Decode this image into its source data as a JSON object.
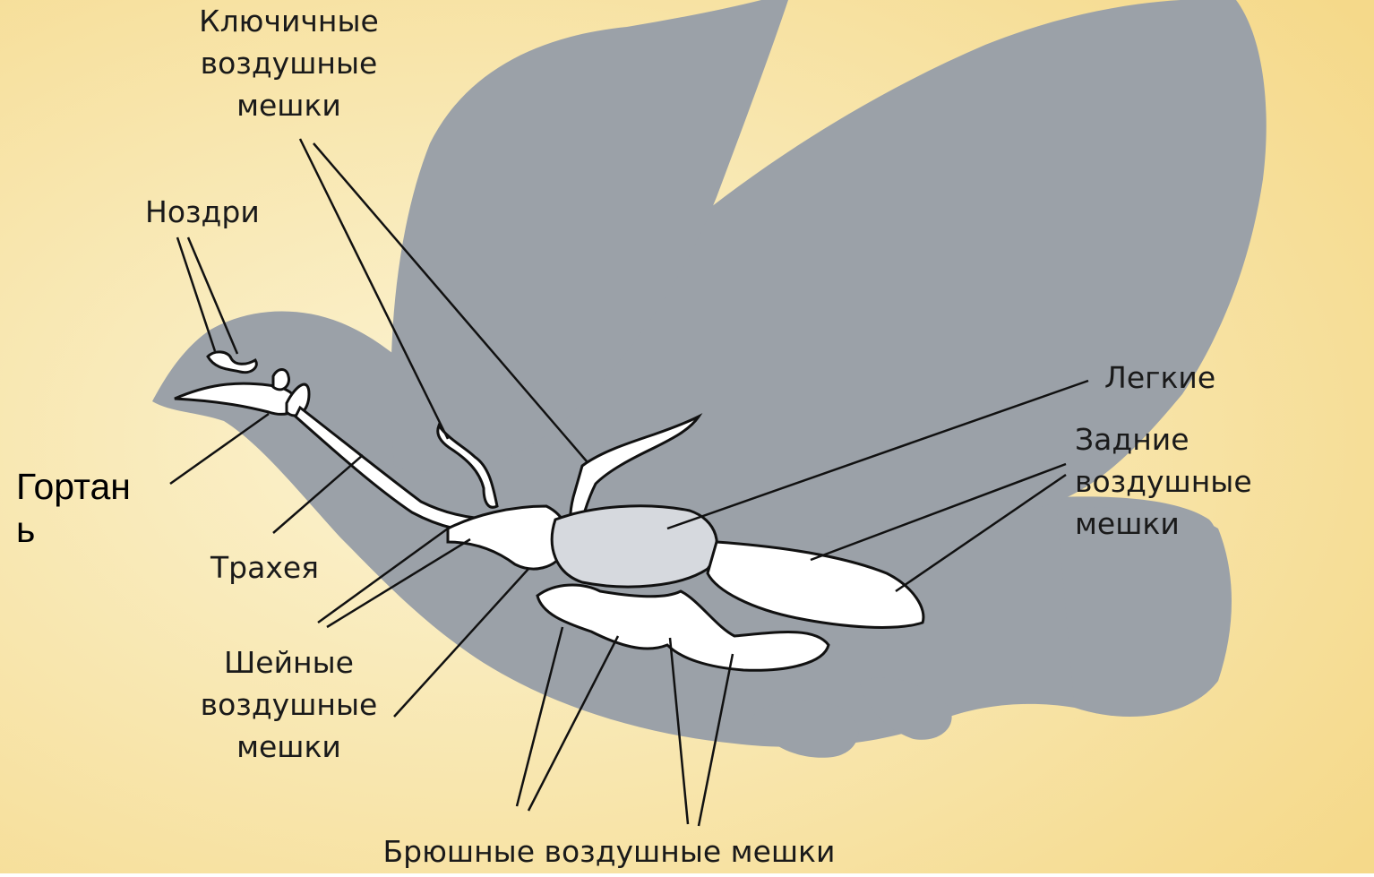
{
  "colors": {
    "background_center": "#fbf3d2",
    "background_edge": "#f5d98a",
    "silhouette": "#9ba1a8",
    "organ_fill": "#ffffff",
    "lung_fill": "#d6d9de",
    "outline": "#111111"
  },
  "labels": {
    "clavicular": "Ключичные\nвоздушные\nмешки",
    "nostrils": "Ноздри",
    "larynx": "Гортан\nь",
    "trachea": "Трахея",
    "cervical": "Шейные\nвоздушные\nмешки",
    "lungs": "Легкие",
    "posterior": "Задние воздушные\nмешки",
    "abdominal": "Брюшные воздушные мешки"
  }
}
